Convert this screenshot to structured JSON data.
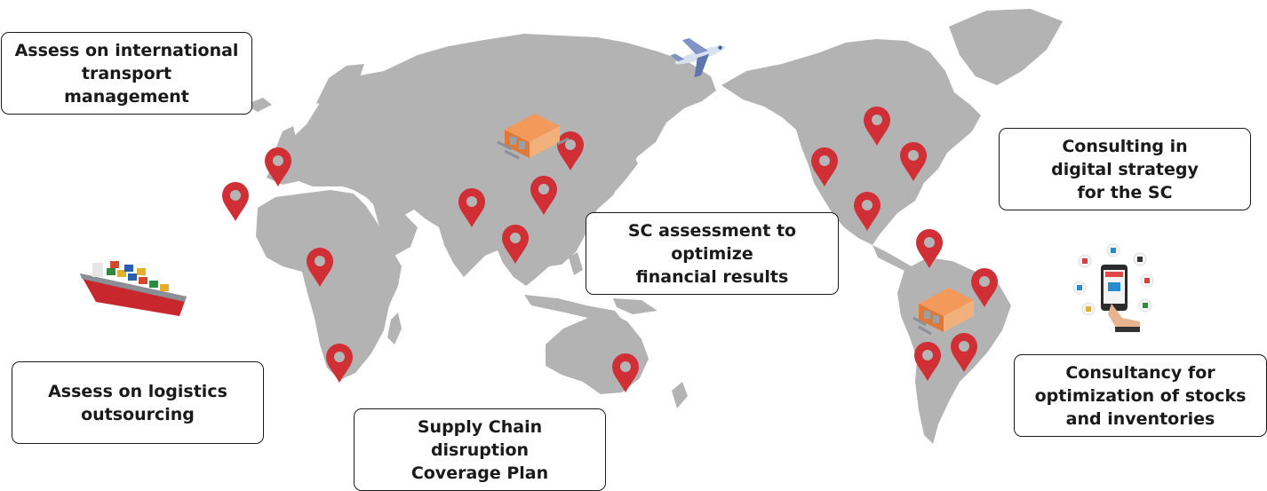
{
  "colors": {
    "land": "#b3b3b3",
    "pin": "#d02f35",
    "pin_inner": "#b5b5b5",
    "text": "#1a1a1a"
  },
  "callouts": {
    "transport": [
      "Assess on international",
      "transport",
      "management"
    ],
    "outsourcing": [
      "Assess on logistics",
      "outsourcing"
    ],
    "disruption": [
      "Supply Chain",
      "disruption",
      "Coverage Plan"
    ],
    "financial": [
      "SC assessment to",
      "optimize",
      "financial results"
    ],
    "digital": [
      "Consulting in",
      "digital strategy",
      "for the SC"
    ],
    "stocks": [
      "Consultancy for",
      "optimization of stocks",
      "and inventories"
    ]
  },
  "icons": [
    "airplane-icon",
    "cargo-ship-icon",
    "warehouse-icon",
    "warehouse-icon",
    "smartphone-store-icon",
    "location-pin-icon"
  ]
}
